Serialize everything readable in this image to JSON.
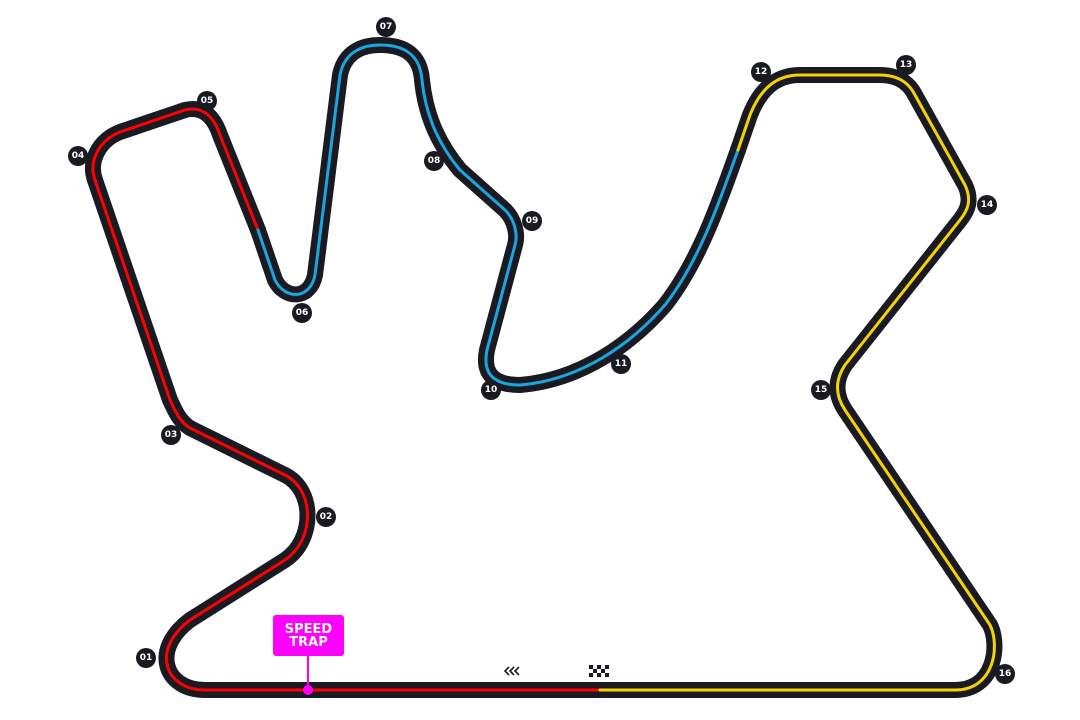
{
  "speed_trap": {
    "line1": "SPEED",
    "line2": "TRAP"
  },
  "turns": [
    "01",
    "02",
    "03",
    "04",
    "05",
    "06",
    "07",
    "08",
    "09",
    "10",
    "11",
    "12",
    "13",
    "14",
    "15",
    "16"
  ],
  "colors": {
    "track": "#1a1a22",
    "sector1": "#ff0000",
    "sector2": "#1aa7e0",
    "sector3": "#f5d300",
    "speed_trap": "#ff00ff"
  },
  "icons": {
    "direction": "chevrons-left-icon",
    "start_finish": "checkered-flag-icon"
  }
}
